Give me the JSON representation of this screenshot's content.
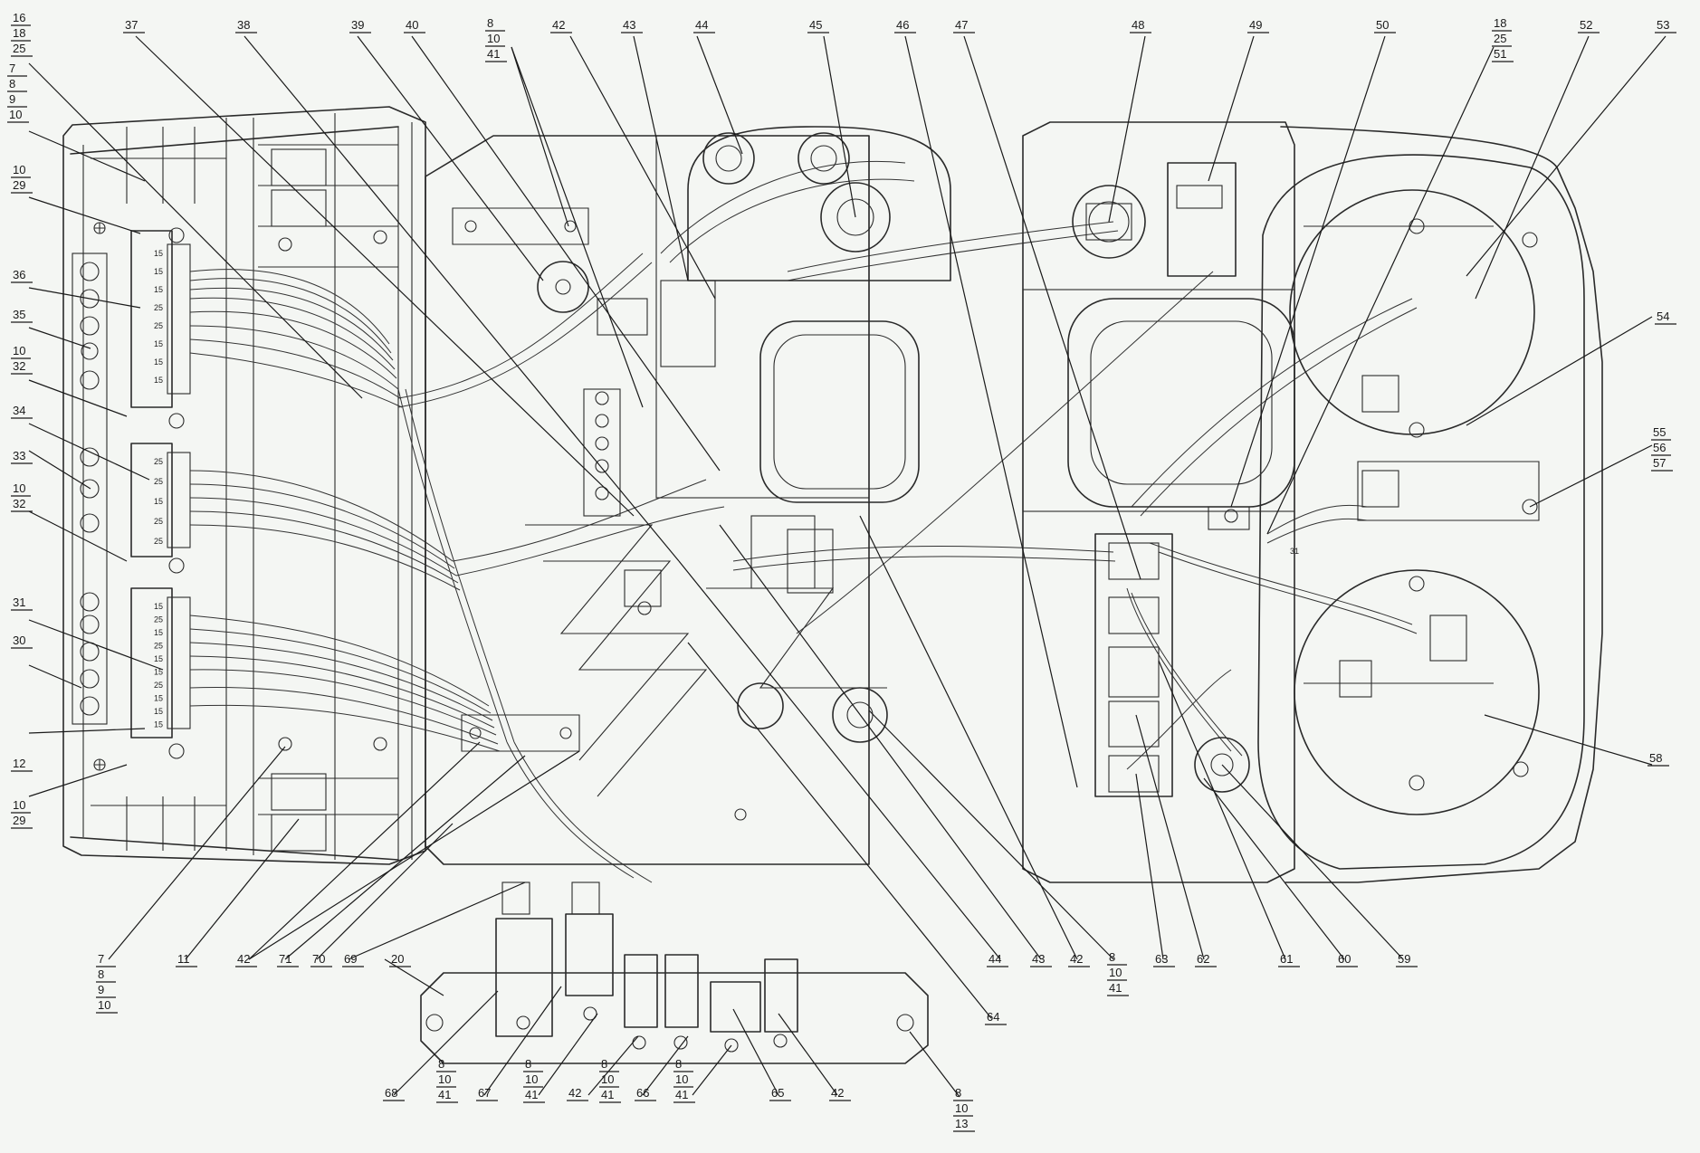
{
  "callouts": [
    {
      "id": "c16",
      "lines": [
        "16",
        "18",
        "25"
      ]
    },
    {
      "id": "c7a",
      "lines": [
        "7",
        "8",
        "9",
        "10"
      ]
    },
    {
      "id": "c10a",
      "lines": [
        "10",
        "29"
      ]
    },
    {
      "id": "c36",
      "lines": [
        "36"
      ]
    },
    {
      "id": "c35",
      "lines": [
        "35"
      ]
    },
    {
      "id": "c10b",
      "lines": [
        "10",
        "32"
      ]
    },
    {
      "id": "c34",
      "lines": [
        "34"
      ]
    },
    {
      "id": "c33",
      "lines": [
        "33"
      ]
    },
    {
      "id": "c10c",
      "lines": [
        "10",
        "32"
      ]
    },
    {
      "id": "c31",
      "lines": [
        "31"
      ]
    },
    {
      "id": "c30",
      "lines": [
        "30"
      ]
    },
    {
      "id": "c12",
      "lines": [
        "12"
      ]
    },
    {
      "id": "c10d",
      "lines": [
        "10",
        "29"
      ]
    },
    {
      "id": "c37",
      "lines": [
        "37"
      ]
    },
    {
      "id": "c38",
      "lines": [
        "38"
      ]
    },
    {
      "id": "c39",
      "lines": [
        "39"
      ]
    },
    {
      "id": "c40",
      "lines": [
        "40"
      ]
    },
    {
      "id": "c8a",
      "lines": [
        "8",
        "10",
        "41"
      ]
    },
    {
      "id": "c42a",
      "lines": [
        "42"
      ]
    },
    {
      "id": "c43a",
      "lines": [
        "43"
      ]
    },
    {
      "id": "c44a",
      "lines": [
        "44"
      ]
    },
    {
      "id": "c45",
      "lines": [
        "45"
      ]
    },
    {
      "id": "c46",
      "lines": [
        "46"
      ]
    },
    {
      "id": "c47",
      "lines": [
        "47"
      ]
    },
    {
      "id": "c48",
      "lines": [
        "48"
      ]
    },
    {
      "id": "c49",
      "lines": [
        "49"
      ]
    },
    {
      "id": "c50",
      "lines": [
        "50"
      ]
    },
    {
      "id": "c18",
      "lines": [
        "18",
        "25",
        "51"
      ]
    },
    {
      "id": "c52",
      "lines": [
        "52"
      ]
    },
    {
      "id": "c53",
      "lines": [
        "53"
      ]
    },
    {
      "id": "c54",
      "lines": [
        "54"
      ]
    },
    {
      "id": "c55",
      "lines": [
        "55",
        "56",
        "57"
      ]
    },
    {
      "id": "c58",
      "lines": [
        "58"
      ]
    },
    {
      "id": "c7b",
      "lines": [
        "7",
        "8",
        "9",
        "10"
      ]
    },
    {
      "id": "c11",
      "lines": [
        "11"
      ]
    },
    {
      "id": "c42b",
      "lines": [
        "42"
      ]
    },
    {
      "id": "c71",
      "lines": [
        "71"
      ]
    },
    {
      "id": "c70",
      "lines": [
        "70"
      ]
    },
    {
      "id": "c69",
      "lines": [
        "69"
      ]
    },
    {
      "id": "c20",
      "lines": [
        "20"
      ]
    },
    {
      "id": "c44b",
      "lines": [
        "44"
      ]
    },
    {
      "id": "c43b",
      "lines": [
        "43"
      ]
    },
    {
      "id": "c42c",
      "lines": [
        "42"
      ]
    },
    {
      "id": "c8b",
      "lines": [
        "8",
        "10",
        "41"
      ]
    },
    {
      "id": "c63",
      "lines": [
        "63"
      ]
    },
    {
      "id": "c62",
      "lines": [
        "62"
      ]
    },
    {
      "id": "c61",
      "lines": [
        "61"
      ]
    },
    {
      "id": "c60",
      "lines": [
        "60"
      ]
    },
    {
      "id": "c59",
      "lines": [
        "59"
      ]
    },
    {
      "id": "c64",
      "lines": [
        "64"
      ]
    },
    {
      "id": "c68",
      "lines": [
        "68"
      ]
    },
    {
      "id": "c67",
      "lines": [
        "67"
      ]
    },
    {
      "id": "c8c",
      "lines": [
        "8",
        "10",
        "41"
      ]
    },
    {
      "id": "c8d",
      "lines": [
        "8",
        "10",
        "41"
      ]
    },
    {
      "id": "c42d",
      "lines": [
        "42"
      ]
    },
    {
      "id": "c8e",
      "lines": [
        "8",
        "10",
        "41"
      ]
    },
    {
      "id": "c66",
      "lines": [
        "66"
      ]
    },
    {
      "id": "c8f",
      "lines": [
        "8",
        "10",
        "41"
      ]
    },
    {
      "id": "c65",
      "lines": [
        "65"
      ]
    },
    {
      "id": "c42e",
      "lines": [
        "42"
      ]
    },
    {
      "id": "c8g",
      "lines": [
        "8",
        "10",
        "13"
      ]
    }
  ],
  "connector_pins": {
    "upper": [
      "15",
      "15",
      "15",
      "25",
      "25",
      "15",
      "15",
      "15"
    ],
    "middle": [
      "25",
      "25",
      "15",
      "25",
      "25"
    ],
    "lower": [
      "15",
      "25",
      "15",
      "25",
      "15",
      "15",
      "25",
      "15",
      "15",
      "15"
    ]
  },
  "relay_label": "31",
  "colors": {
    "line": "#2a2a2a",
    "background": "#f4f6f3"
  }
}
